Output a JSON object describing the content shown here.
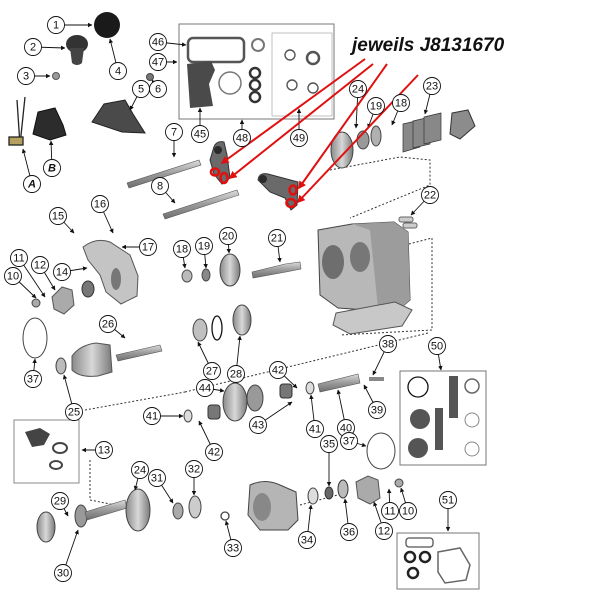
{
  "diagram": {
    "title": "Transfer case exploded parts diagram",
    "annotation": {
      "text": "jeweils J8131670",
      "color": "#e01010",
      "target_parts": [
        "shift-fork-pads-front",
        "shift-fork-pads-rear"
      ],
      "arrow_count": 4
    },
    "callouts": [
      {
        "id": "c1",
        "label": "1"
      },
      {
        "id": "c2",
        "label": "2"
      },
      {
        "id": "c3",
        "label": "3"
      },
      {
        "id": "c4",
        "label": "4"
      },
      {
        "id": "c5",
        "label": "5"
      },
      {
        "id": "c6",
        "label": "6"
      },
      {
        "id": "c7",
        "label": "7"
      },
      {
        "id": "c8",
        "label": "8"
      },
      {
        "id": "cA",
        "label": "A"
      },
      {
        "id": "cB",
        "label": "B"
      },
      {
        "id": "c46",
        "label": "46"
      },
      {
        "id": "c47",
        "label": "47"
      },
      {
        "id": "c45",
        "label": "45"
      },
      {
        "id": "c48",
        "label": "48"
      },
      {
        "id": "c49",
        "label": "49"
      },
      {
        "id": "c24a",
        "label": "24"
      },
      {
        "id": "c19a",
        "label": "19"
      },
      {
        "id": "c18a",
        "label": "18"
      },
      {
        "id": "c23",
        "label": "23"
      },
      {
        "id": "c22",
        "label": "22"
      },
      {
        "id": "c15",
        "label": "15"
      },
      {
        "id": "c16",
        "label": "16"
      },
      {
        "id": "c17",
        "label": "17"
      },
      {
        "id": "c18b",
        "label": "18"
      },
      {
        "id": "c19b",
        "label": "19"
      },
      {
        "id": "c20",
        "label": "20"
      },
      {
        "id": "c21",
        "label": "21"
      },
      {
        "id": "c11a",
        "label": "11"
      },
      {
        "id": "c12a",
        "label": "12"
      },
      {
        "id": "c10a",
        "label": "10"
      },
      {
        "id": "c14",
        "label": "14"
      },
      {
        "id": "c26",
        "label": "26"
      },
      {
        "id": "c37a",
        "label": "37"
      },
      {
        "id": "c27",
        "label": "27"
      },
      {
        "id": "c28",
        "label": "28"
      },
      {
        "id": "c25",
        "label": "25"
      },
      {
        "id": "c38",
        "label": "38"
      },
      {
        "id": "c50",
        "label": "50"
      },
      {
        "id": "c42a",
        "label": "42"
      },
      {
        "id": "c44",
        "label": "44"
      },
      {
        "id": "c41a",
        "label": "41"
      },
      {
        "id": "c43",
        "label": "43"
      },
      {
        "id": "c42b",
        "label": "42"
      },
      {
        "id": "c40",
        "label": "40"
      },
      {
        "id": "c41b",
        "label": "41"
      },
      {
        "id": "c39",
        "label": "39"
      },
      {
        "id": "c37b",
        "label": "37"
      },
      {
        "id": "c13",
        "label": "13"
      },
      {
        "id": "c35",
        "label": "35"
      },
      {
        "id": "c24b",
        "label": "24"
      },
      {
        "id": "c31",
        "label": "31"
      },
      {
        "id": "c32",
        "label": "32"
      },
      {
        "id": "c29",
        "label": "29"
      },
      {
        "id": "c33",
        "label": "33"
      },
      {
        "id": "c34",
        "label": "34"
      },
      {
        "id": "c36",
        "label": "36"
      },
      {
        "id": "c12b",
        "label": "12"
      },
      {
        "id": "c11b",
        "label": "11"
      },
      {
        "id": "c10b",
        "label": "10"
      },
      {
        "id": "c30",
        "label": "30"
      },
      {
        "id": "c51",
        "label": "51"
      }
    ],
    "kits": [
      {
        "id": "kit-45-48-49",
        "callouts": [
          "45",
          "46",
          "47",
          "48",
          "49"
        ]
      },
      {
        "id": "kit-50",
        "callouts": [
          "50"
        ]
      },
      {
        "id": "kit-51",
        "callouts": [
          "51"
        ]
      },
      {
        "id": "kit-13",
        "callouts": [
          "13"
        ]
      }
    ]
  }
}
